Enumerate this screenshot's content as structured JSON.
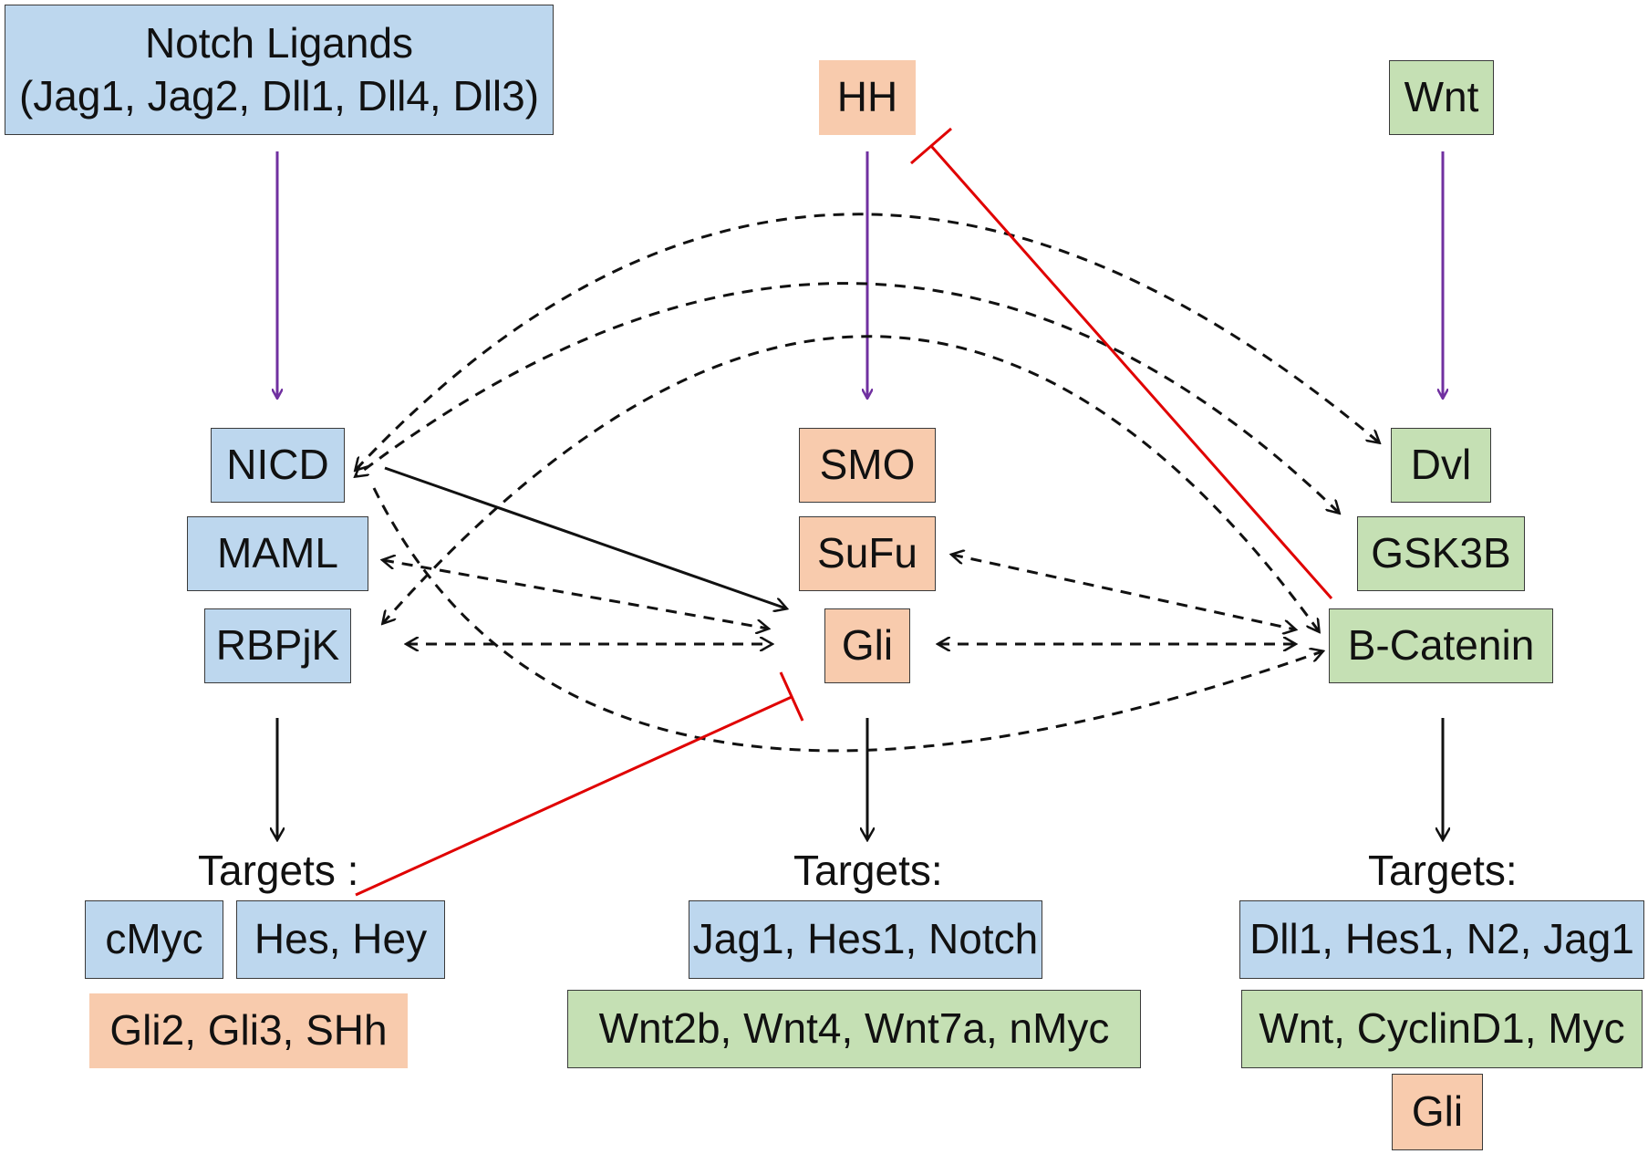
{
  "colors": {
    "notch": "#bdd7ee",
    "hh": "#f8cbad",
    "wnt": "#c5e0b4",
    "activation_arrow": "#7030a0",
    "inhibition": "#e00000",
    "crosstalk": "#111111"
  },
  "notch": {
    "ligands_line1": "Notch Ligands",
    "ligands_line2": "(Jag1, Jag2, Dll1, Dll4, Dll3)",
    "nicd": "NICD",
    "maml": "MAML",
    "rbpjk": "RBPjK",
    "targets_label": "Targets :",
    "target_cmyc": "cMyc",
    "target_hes_hey": "Hes, Hey",
    "target_gli": "Gli2, Gli3, SHh"
  },
  "hh": {
    "hh": "HH",
    "smo": "SMO",
    "sufu": "SuFu",
    "gli": "Gli",
    "targets_label": "Targets:",
    "target_notch": "Jag1, Hes1, Notch",
    "target_wnt": "Wnt2b, Wnt4, Wnt7a, nMyc"
  },
  "wnt": {
    "wnt": "Wnt",
    "dvl": "Dvl",
    "gsk3b": "GSK3B",
    "bcatenin": "B-Catenin",
    "targets_label": "Targets:",
    "target_notch": "Dll1, Hes1, N2, Jag1",
    "target_wnt": "Wnt, CyclinD1, Myc",
    "target_gli": "Gli"
  }
}
